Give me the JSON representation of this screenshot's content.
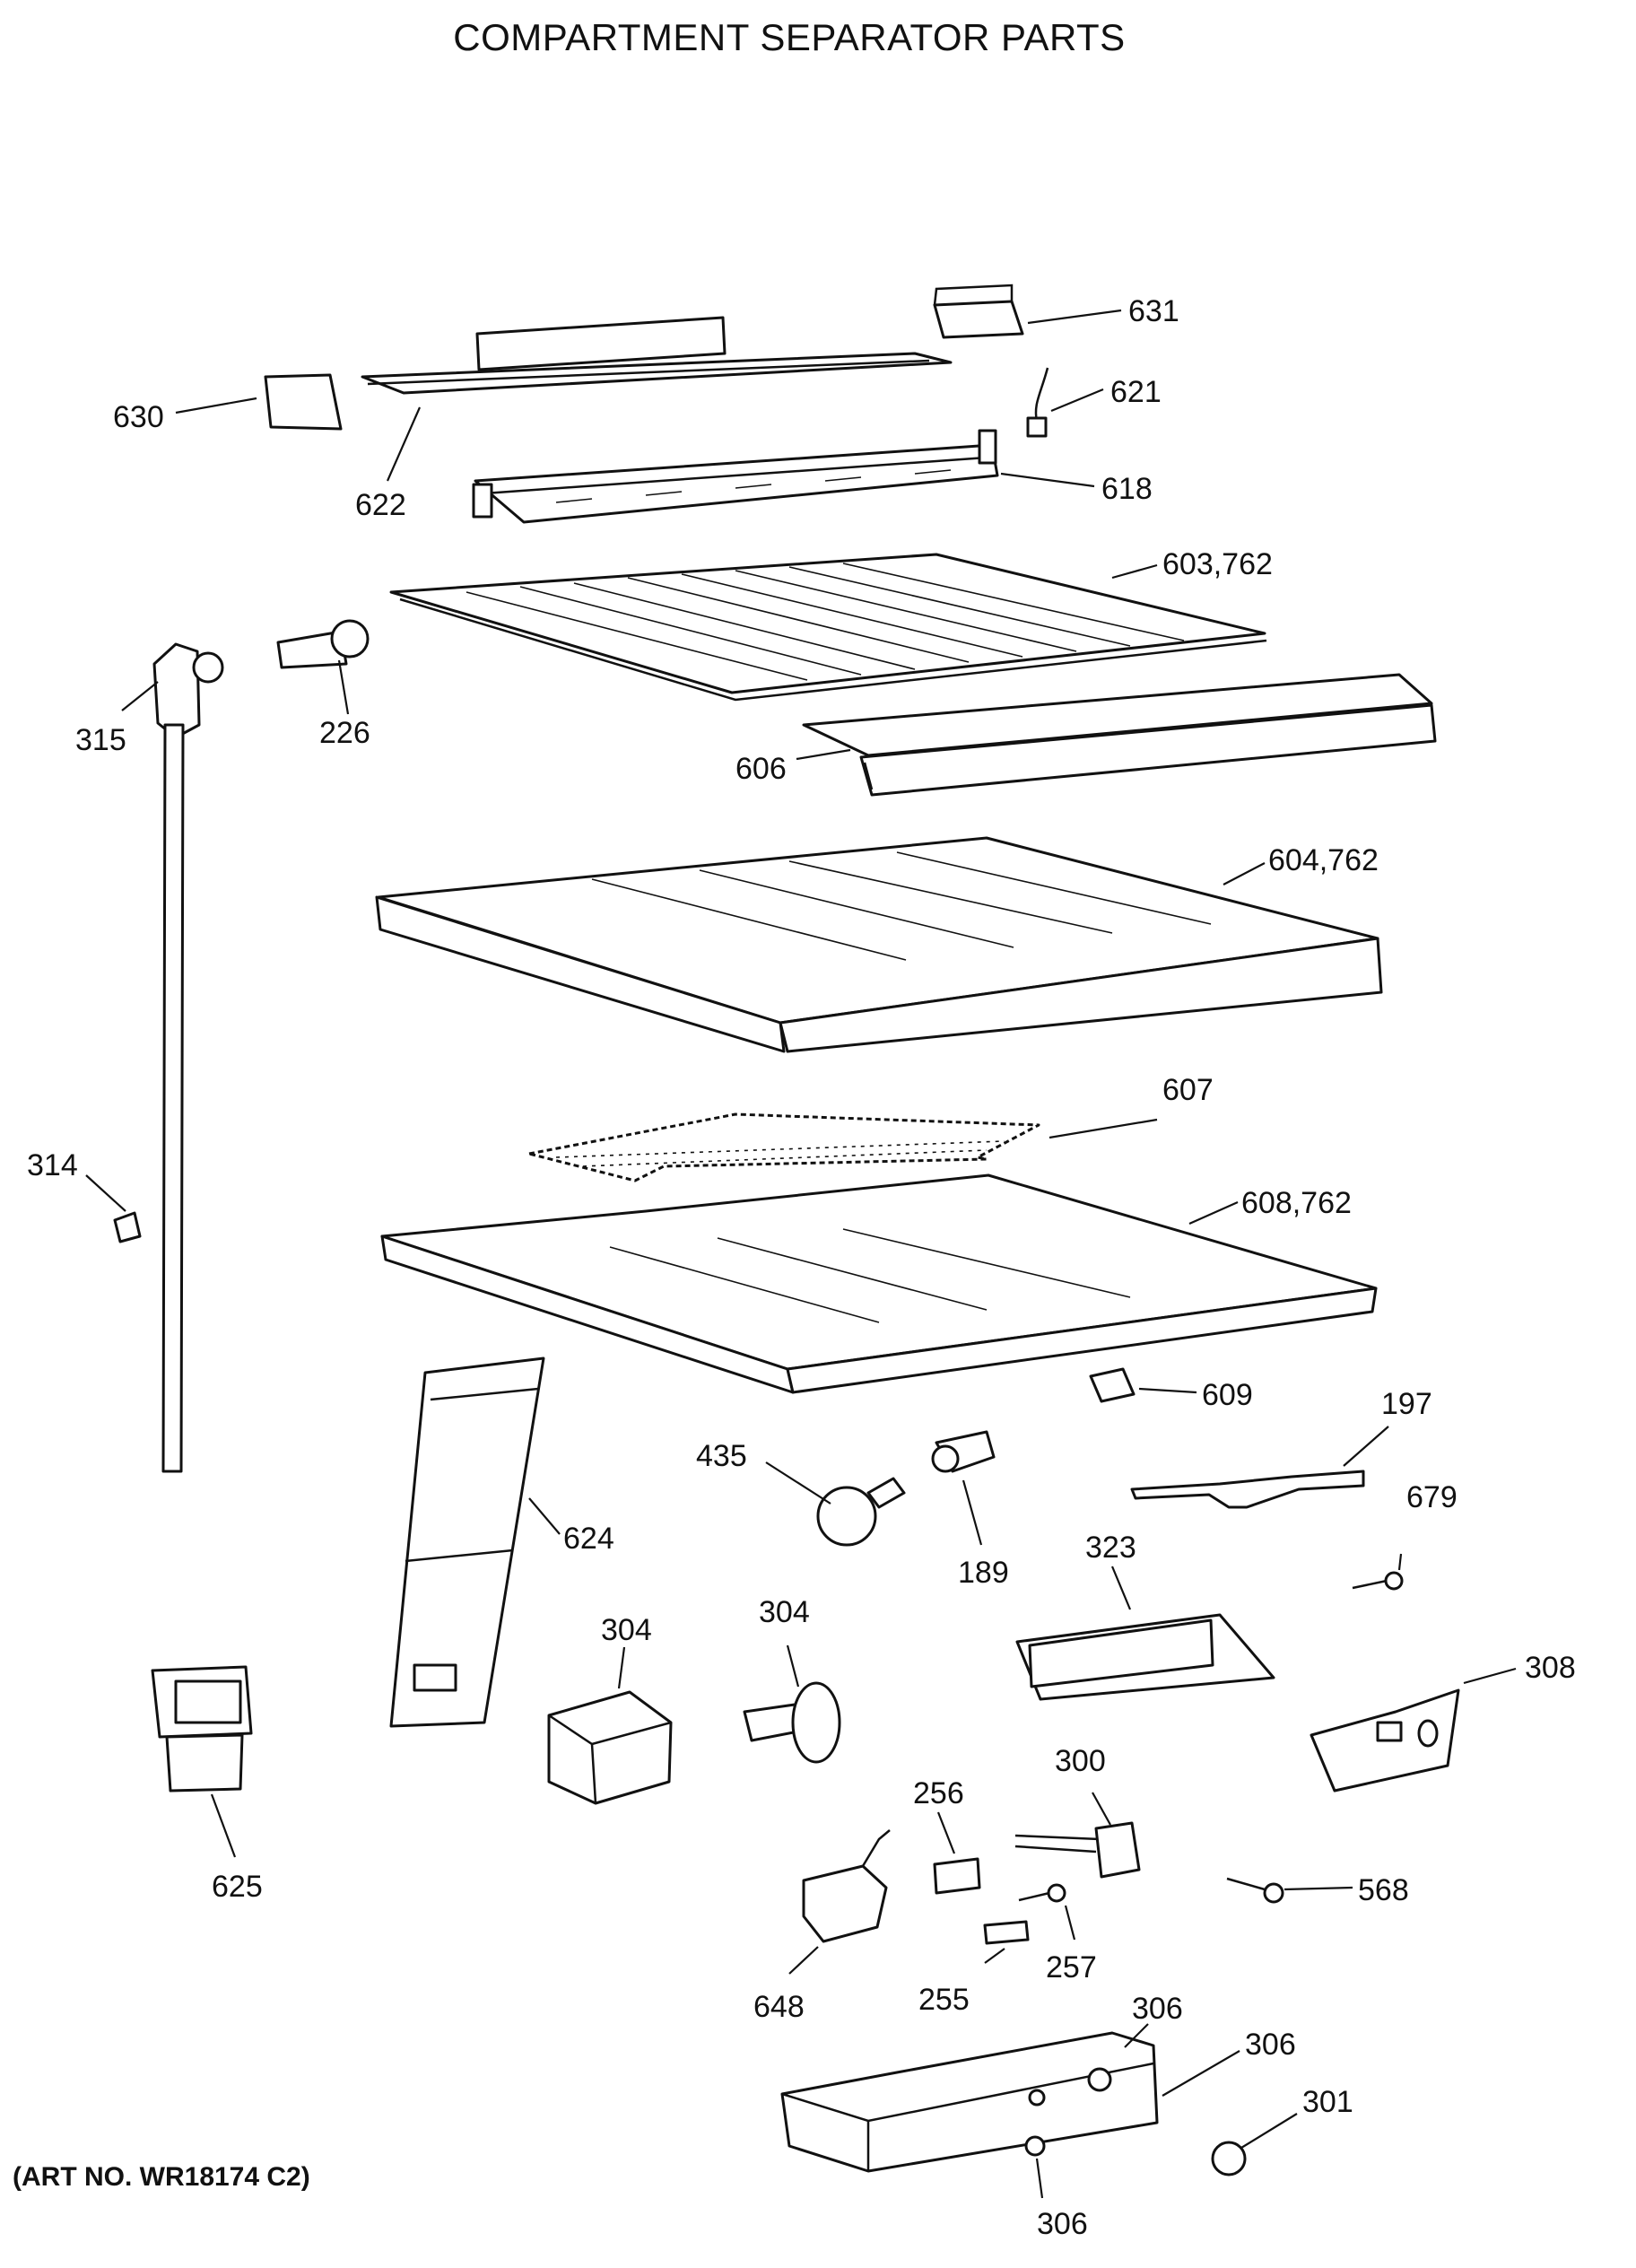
{
  "title": "COMPARTMENT SEPARATOR PARTS",
  "art_number": "(ART NO. WR18174 C2)",
  "callouts": {
    "p631": "631",
    "p621": "621",
    "p630": "630",
    "p622": "622",
    "p618": "618",
    "p603_762": "603,762",
    "p315": "315",
    "p226": "226",
    "p606": "606",
    "p604_762": "604,762",
    "p607": "607",
    "p314": "314",
    "p608_762": "608,762",
    "p609": "609",
    "p197": "197",
    "p435": "435",
    "p624": "624",
    "p189": "189",
    "p323": "323",
    "p679": "679",
    "p304a": "304",
    "p304b": "304",
    "p308": "308",
    "p625": "625",
    "p256": "256",
    "p300": "300",
    "p568": "568",
    "p648": "648",
    "p255": "255",
    "p257": "257",
    "p306a": "306",
    "p306b": "306",
    "p306c": "306",
    "p301": "301"
  }
}
